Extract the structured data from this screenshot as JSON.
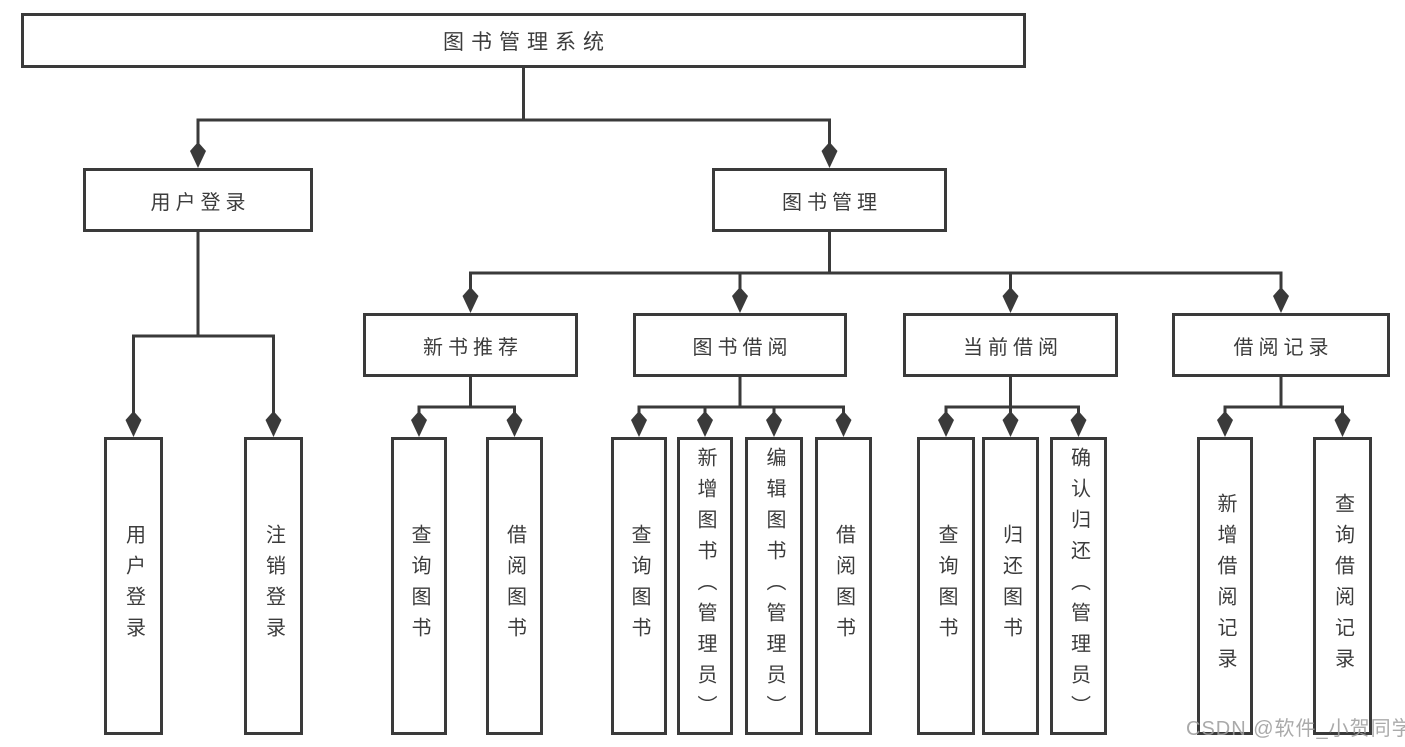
{
  "diagram": {
    "root": {
      "label": "图书管理系统",
      "children": [
        {
          "label": "用户登录",
          "children": [
            {
              "label": "用户登录"
            },
            {
              "label": "注销登录"
            }
          ]
        },
        {
          "label": "图书管理",
          "children": [
            {
              "label": "新书推荐",
              "children": [
                {
                  "label": "查询图书"
                },
                {
                  "label": "借阅图书"
                }
              ]
            },
            {
              "label": "图书借阅",
              "children": [
                {
                  "label": "查询图书"
                },
                {
                  "label": "新增图书（管理员）"
                },
                {
                  "label": "编辑图书（管理员）"
                },
                {
                  "label": "借阅图书"
                }
              ]
            },
            {
              "label": "当前借阅",
              "children": [
                {
                  "label": "查询图书"
                },
                {
                  "label": "归还图书"
                },
                {
                  "label": "确认归还（管理员）"
                }
              ]
            },
            {
              "label": "借阅记录",
              "children": [
                {
                  "label": "新增借阅记录"
                },
                {
                  "label": "查询借阅记录"
                }
              ]
            }
          ]
        }
      ]
    }
  },
  "watermark": {
    "text": "CSDN @软件_小贺同学"
  },
  "colors": {
    "line": "#3a3a3a",
    "text": "#3c3c3c",
    "background": "#ffffff",
    "watermark": "#9e9e9e"
  }
}
